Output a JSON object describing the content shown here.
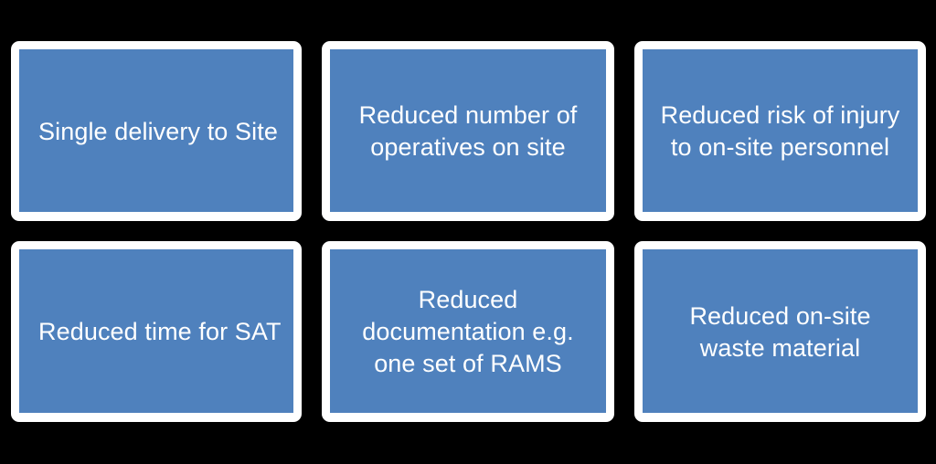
{
  "page": {
    "background_color": "#000000",
    "layout": "2-row by 3-column card grid",
    "rows": 2,
    "columns": 3
  },
  "style": {
    "card_frame_color": "#ffffff",
    "card_fill_color": "#4f81bd",
    "card_text_color": "#ffffff"
  },
  "cards": [
    {
      "id": "single-delivery-to-site",
      "label": "Single delivery to Site",
      "row": 1,
      "column": 1,
      "lines": 1,
      "align": "left"
    },
    {
      "id": "reduced-number-of-operatives-on-site",
      "label": "Reduced number of\noperatives on site",
      "row": 1,
      "column": 2,
      "lines": 2,
      "align": "center"
    },
    {
      "id": "reduced-risk-of-injury-to-on-site-personnel",
      "label": "Reduced risk of injury\nto on-site personnel",
      "row": 1,
      "column": 3,
      "lines": 2,
      "align": "center"
    },
    {
      "id": "reduced-time-for-sat",
      "label": "Reduced time for SAT",
      "row": 2,
      "column": 1,
      "lines": 1,
      "align": "left"
    },
    {
      "id": "reduced-documentation-one-set-of-rams",
      "label": "Reduced\ndocumentation e.g.\none set of RAMS",
      "row": 2,
      "column": 2,
      "lines": 3,
      "align": "center"
    },
    {
      "id": "reduced-on-site-waste-material",
      "label": "Reduced on-site\nwaste material",
      "row": 2,
      "column": 3,
      "lines": 2,
      "align": "center"
    }
  ]
}
